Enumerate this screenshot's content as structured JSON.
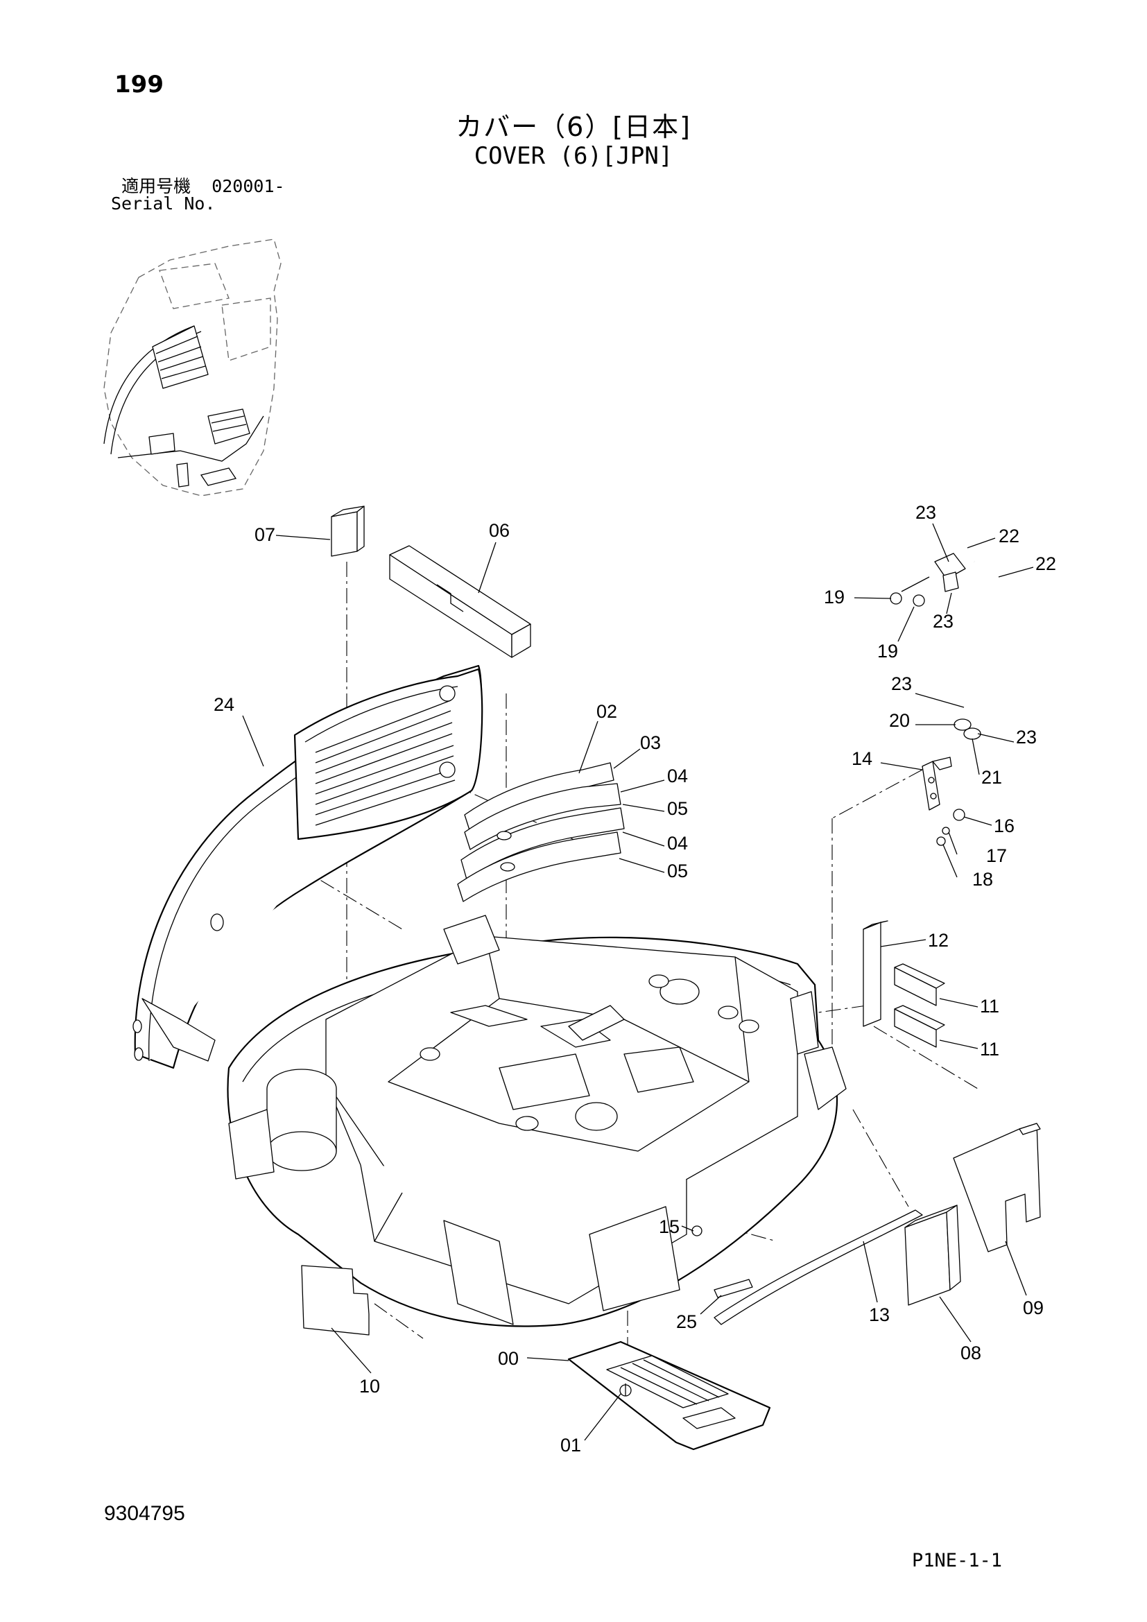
{
  "page_number": "199",
  "title_ja": "カバー（6）[日本]",
  "title_en": "COVER (6)[JPN]",
  "serial": {
    "label_ja": "適用号機",
    "value": "020001-",
    "label_en": "Serial No."
  },
  "doc_number": "9304795",
  "page_code": "P1NE-1-1",
  "part_labels": {
    "p07": "07",
    "p06": "06",
    "p23a": "23",
    "p22a": "22",
    "p22b": "22",
    "p19a": "19",
    "p23b": "23",
    "p19b": "19",
    "p24": "24",
    "p02": "02",
    "p03": "03",
    "p23c": "23",
    "p20": "20",
    "p23d": "23",
    "p04a": "04",
    "p05a": "05",
    "p14": "14",
    "p21": "21",
    "p04b": "04",
    "p16": "16",
    "p05b": "05",
    "p17": "17",
    "p18": "18",
    "p12": "12",
    "p11a": "11",
    "p11b": "11",
    "p15": "15",
    "p13": "13",
    "p09": "09",
    "p25": "25",
    "p08": "08",
    "p10": "10",
    "p00": "00",
    "p01": "01"
  }
}
